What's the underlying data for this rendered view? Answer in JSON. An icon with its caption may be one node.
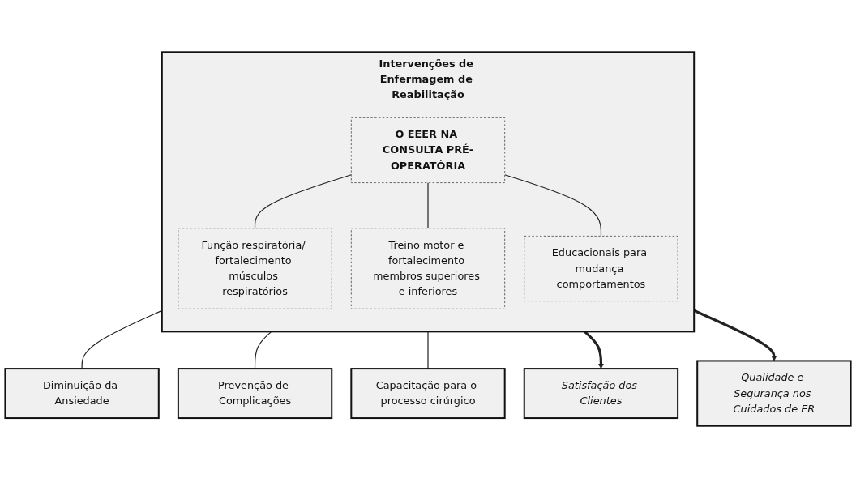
{
  "diagram": {
    "nodes": [
      {
        "text": [
          "Intervenções de Enfermagem de Reabilitação"
        ]
      },
      {
        "text": [
          "O EEER NA CONSULTA PRÉ-OPERATÓRIA"
        ],
        "in": 0
      },
      {
        "text": [
          "Função respiratória/ fortalecimento músculos respiratórios"
        ],
        "in": 0
      },
      {
        "text": [
          "Treino motor e fortalecimento membros superiores e inferiores"
        ],
        "in": 0
      },
      {
        "text": [
          "Educacionais para mudança comportamentos"
        ],
        "in": 0
      },
      {
        "text": [
          "Diminuição da Ansiedade"
        ]
      },
      {
        "text": [
          "Prevenção de Complicações"
        ]
      },
      {
        "text": [
          "Capacitação para o processo cirúrgico"
        ]
      },
      {
        "text": [
          "Satisfação dos Clientes"
        ]
      },
      {
        "text": [
          "Qualidade e Segurança nos Cuidados de ER"
        ]
      }
    ],
    "edges": [
      {
        "from": 1,
        "to": 2,
        "arrow": "none"
      },
      {
        "from": 1,
        "to": 3,
        "arrow": "none"
      },
      {
        "from": 1,
        "to": 4,
        "arrow": "none"
      },
      {
        "from": 0,
        "to": 5,
        "arrow": "none"
      },
      {
        "from": 0,
        "to": 6,
        "arrow": "none"
      },
      {
        "from": 0,
        "to": 7,
        "arrow": "none"
      },
      {
        "from": 0,
        "to": 8,
        "arrow": "to",
        "style": "thick"
      },
      {
        "from": 0,
        "to": 9,
        "arrow": "to",
        "style": "thick"
      }
    ]
  }
}
